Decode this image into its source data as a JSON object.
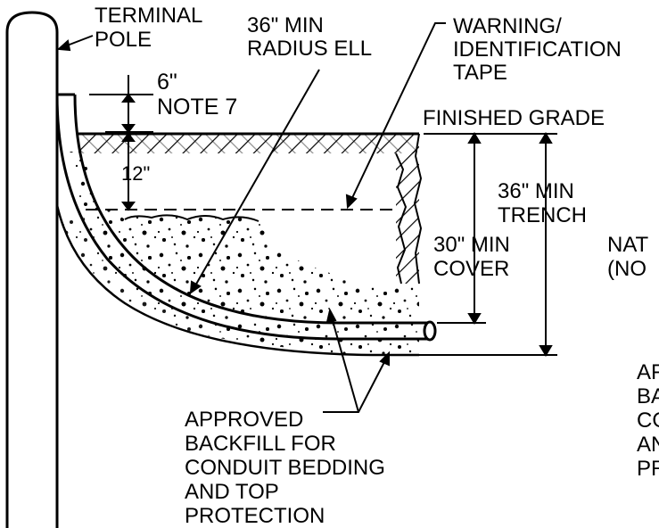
{
  "labels": {
    "terminal_pole": [
      "TERMINAL",
      "POLE"
    ],
    "radius_ell": [
      "36\" MIN",
      "RADIUS ELL"
    ],
    "warning_tape": [
      "WARNING/",
      "IDENTIFICATION",
      "TAPE"
    ],
    "six_inch": "6\"",
    "note7": "NOTE 7",
    "finished_grade": "FINISHED GRADE",
    "twelve_inch": "12\"",
    "trench": [
      "36\" MIN",
      "TRENCH"
    ],
    "cover": [
      "30\" MIN",
      "COVER"
    ],
    "nat_fragment": [
      "NAT",
      "(NO"
    ],
    "backfill": [
      "APPROVED",
      "BACKFILL FOR",
      "CONDUIT BEDDING",
      "AND TOP",
      "PROTECTION"
    ],
    "right_fragment": [
      "AF",
      "BA",
      "CO",
      "AN",
      "PR"
    ]
  },
  "colors": {
    "ink": "#000000",
    "paper": "#ffffff"
  }
}
